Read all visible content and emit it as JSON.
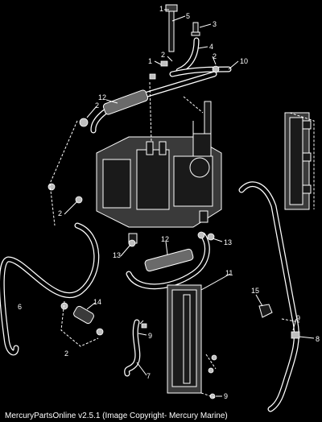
{
  "callouts": [
    {
      "id": "c1a",
      "label": "1"
    },
    {
      "id": "c5",
      "label": "5"
    },
    {
      "id": "c3",
      "label": "3"
    },
    {
      "id": "c4",
      "label": "4"
    },
    {
      "id": "c1b",
      "label": "1"
    },
    {
      "id": "c2a",
      "label": "2"
    },
    {
      "id": "c2b",
      "label": "2"
    },
    {
      "id": "c10",
      "label": "10"
    },
    {
      "id": "c12a",
      "label": "12"
    },
    {
      "id": "c2c",
      "label": "2"
    },
    {
      "id": "c2d",
      "label": "2"
    },
    {
      "id": "c12b",
      "label": "12"
    },
    {
      "id": "c13a",
      "label": "13"
    },
    {
      "id": "c13b",
      "label": "13"
    },
    {
      "id": "c11",
      "label": "11"
    },
    {
      "id": "c6",
      "label": "6"
    },
    {
      "id": "c14",
      "label": "14"
    },
    {
      "id": "c2e",
      "label": "2"
    },
    {
      "id": "c9a",
      "label": "9"
    },
    {
      "id": "c7",
      "label": "7"
    },
    {
      "id": "c15",
      "label": "15"
    },
    {
      "id": "c9b",
      "label": "9"
    },
    {
      "id": "c8",
      "label": "8"
    },
    {
      "id": "c9c",
      "label": "9"
    }
  ],
  "footer": "MercuryPartsOnline v2.5.1 (Image Copyright- Mercury Marine)",
  "colors": {
    "background": "#000000",
    "line": "#ffffff",
    "part_fill": "#3a3a3a"
  }
}
